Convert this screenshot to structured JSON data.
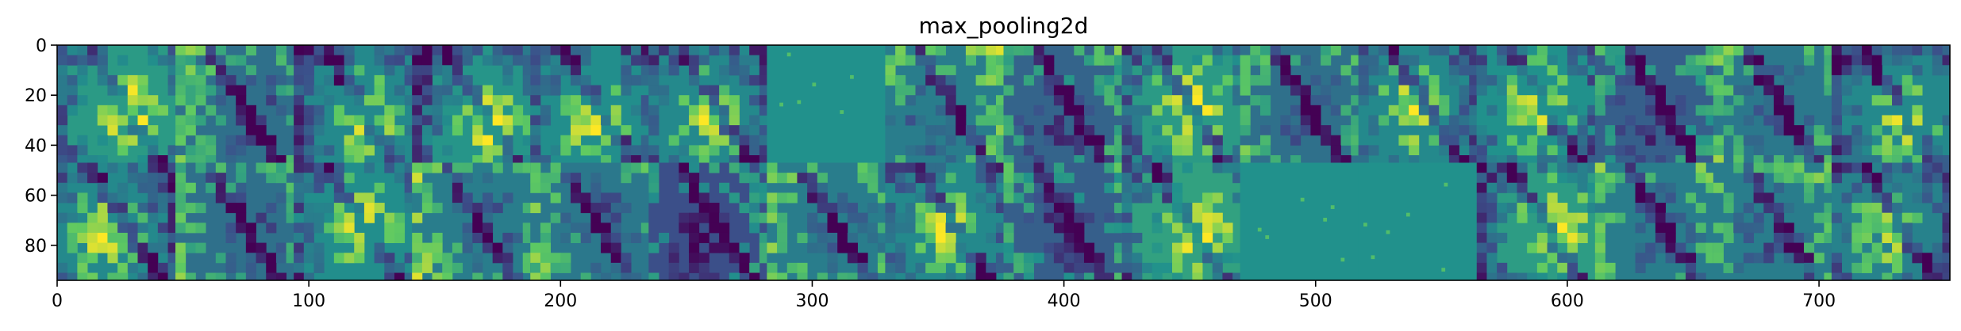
{
  "chart_data": {
    "type": "heatmap",
    "title": "max_pooling2d",
    "xlabel": "",
    "ylabel": "",
    "xlim": [
      0,
      752
    ],
    "ylim": [
      94,
      0
    ],
    "x_ticks": [
      0,
      100,
      200,
      300,
      400,
      500,
      600,
      700
    ],
    "y_ticks": [
      0,
      20,
      40,
      60,
      80
    ],
    "grid": false,
    "colormap": "viridis",
    "colors": {
      "low": "#440154",
      "mid_low": "#3b528b",
      "mid": "#21918c",
      "mid_high": "#5ec962",
      "high": "#fde725"
    },
    "tiles": {
      "rows": 2,
      "cols": 16,
      "tile_size": 47,
      "activation": [
        [
          0.62,
          0.45,
          0.55,
          0.6,
          0.57,
          0.55,
          0.45,
          0.5,
          0.4,
          0.62,
          0.45,
          0.55,
          0.58,
          0.38,
          0.48,
          0.55
        ],
        [
          0.55,
          0.45,
          0.57,
          0.5,
          0.48,
          0.32,
          0.5,
          0.55,
          0.38,
          0.65,
          0.45,
          0.45,
          0.63,
          0.5,
          0.5,
          0.52
        ]
      ],
      "blank": [
        [
          false,
          false,
          false,
          false,
          false,
          false,
          true,
          false,
          false,
          false,
          false,
          false,
          false,
          false,
          false,
          false
        ],
        [
          false,
          false,
          false,
          false,
          false,
          false,
          false,
          false,
          false,
          false,
          true,
          true,
          false,
          false,
          false,
          false
        ]
      ]
    }
  }
}
